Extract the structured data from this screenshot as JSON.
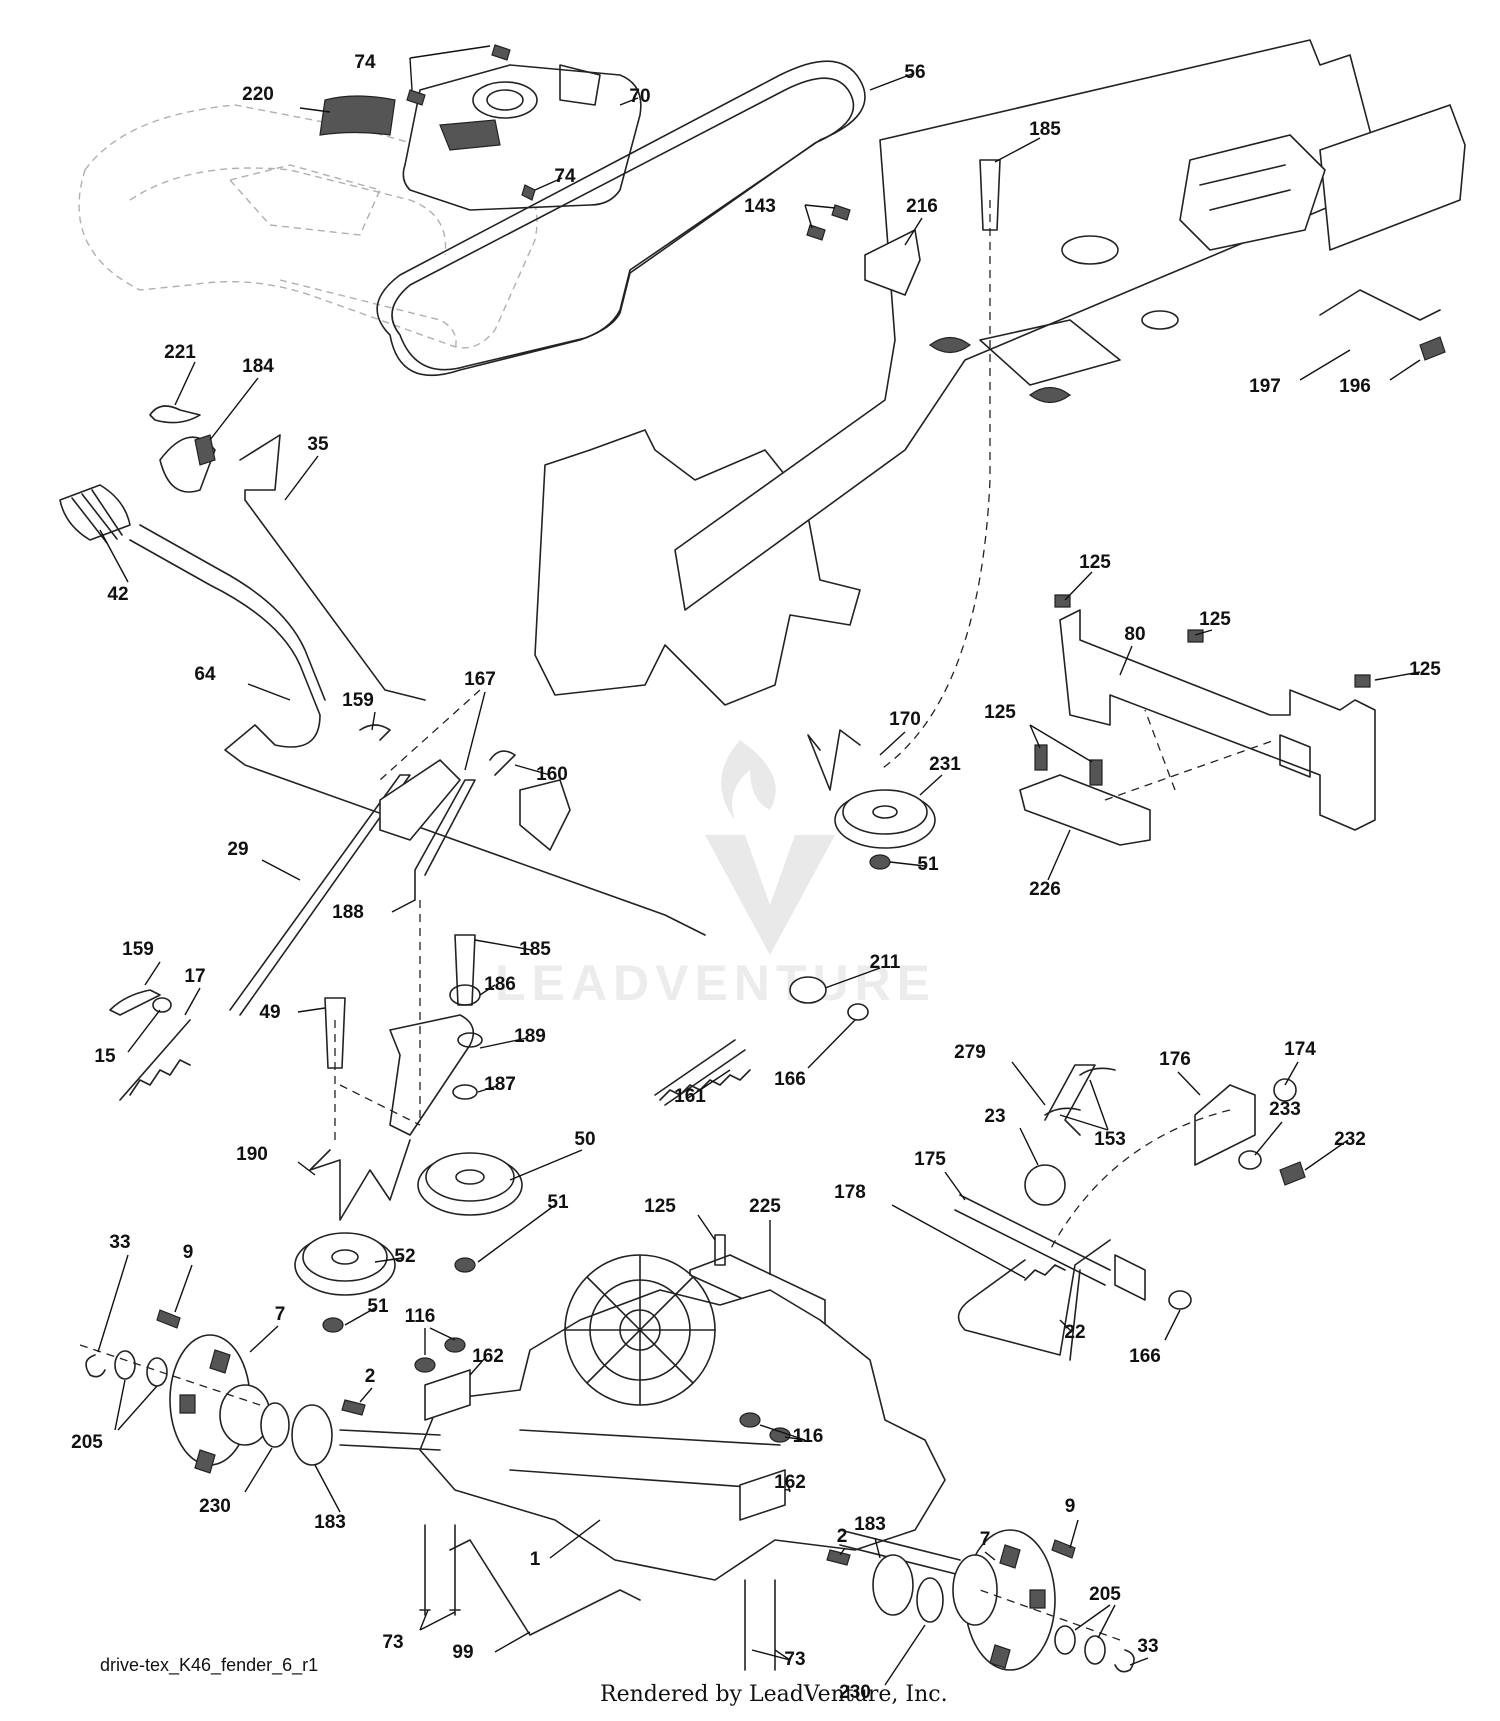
{
  "diagram": {
    "drawing_id": "drive-tex_K46_fender_6_r1",
    "credit": "Rendered by LeadVenture, Inc.",
    "watermark": "LEADVENTURE",
    "callouts": [
      {
        "id": "c74a",
        "label": "74"
      },
      {
        "id": "c220",
        "label": "220"
      },
      {
        "id": "c70",
        "label": "70"
      },
      {
        "id": "c56",
        "label": "56"
      },
      {
        "id": "c74b",
        "label": "74"
      },
      {
        "id": "c185a",
        "label": "185"
      },
      {
        "id": "c143",
        "label": "143"
      },
      {
        "id": "c216",
        "label": "216"
      },
      {
        "id": "c221",
        "label": "221"
      },
      {
        "id": "c184",
        "label": "184"
      },
      {
        "id": "c35",
        "label": "35"
      },
      {
        "id": "c197",
        "label": "197"
      },
      {
        "id": "c196",
        "label": "196"
      },
      {
        "id": "c42",
        "label": "42"
      },
      {
        "id": "c125a",
        "label": "125"
      },
      {
        "id": "c125b",
        "label": "125"
      },
      {
        "id": "c80",
        "label": "80"
      },
      {
        "id": "c125c",
        "label": "125"
      },
      {
        "id": "c64",
        "label": "64"
      },
      {
        "id": "c159a",
        "label": "159"
      },
      {
        "id": "c167",
        "label": "167"
      },
      {
        "id": "c170",
        "label": "170"
      },
      {
        "id": "c125d",
        "label": "125"
      },
      {
        "id": "c160",
        "label": "160"
      },
      {
        "id": "c231",
        "label": "231"
      },
      {
        "id": "c51a",
        "label": "51"
      },
      {
        "id": "c29",
        "label": "29"
      },
      {
        "id": "c188",
        "label": "188"
      },
      {
        "id": "c226",
        "label": "226"
      },
      {
        "id": "c185b",
        "label": "185"
      },
      {
        "id": "c211",
        "label": "211"
      },
      {
        "id": "c159b",
        "label": "159"
      },
      {
        "id": "c17",
        "label": "17"
      },
      {
        "id": "c186",
        "label": "186"
      },
      {
        "id": "c49",
        "label": "49"
      },
      {
        "id": "c15",
        "label": "15"
      },
      {
        "id": "c189",
        "label": "189"
      },
      {
        "id": "c166a",
        "label": "166"
      },
      {
        "id": "c187",
        "label": "187"
      },
      {
        "id": "c161",
        "label": "161"
      },
      {
        "id": "c279",
        "label": "279"
      },
      {
        "id": "c176",
        "label": "176"
      },
      {
        "id": "c174",
        "label": "174"
      },
      {
        "id": "c23",
        "label": "23"
      },
      {
        "id": "c153",
        "label": "153"
      },
      {
        "id": "c233",
        "label": "233"
      },
      {
        "id": "c232",
        "label": "232"
      },
      {
        "id": "c190",
        "label": "190"
      },
      {
        "id": "c50",
        "label": "50"
      },
      {
        "id": "c175",
        "label": "175"
      },
      {
        "id": "c178",
        "label": "178"
      },
      {
        "id": "c51b",
        "label": "51"
      },
      {
        "id": "c125e",
        "label": "125"
      },
      {
        "id": "c225",
        "label": "225"
      },
      {
        "id": "c33a",
        "label": "33"
      },
      {
        "id": "c9a",
        "label": "9"
      },
      {
        "id": "c52",
        "label": "52"
      },
      {
        "id": "c7a",
        "label": "7"
      },
      {
        "id": "c51c",
        "label": "51"
      },
      {
        "id": "c116a",
        "label": "116"
      },
      {
        "id": "c22",
        "label": "22"
      },
      {
        "id": "c166b",
        "label": "166"
      },
      {
        "id": "c162a",
        "label": "162"
      },
      {
        "id": "c2a",
        "label": "2"
      },
      {
        "id": "c205a",
        "label": "205"
      },
      {
        "id": "c116b",
        "label": "116"
      },
      {
        "id": "c230a",
        "label": "230"
      },
      {
        "id": "c183a",
        "label": "183"
      },
      {
        "id": "c162b",
        "label": "162"
      },
      {
        "id": "c9b",
        "label": "9"
      },
      {
        "id": "c183b",
        "label": "183"
      },
      {
        "id": "c2b",
        "label": "2"
      },
      {
        "id": "c7b",
        "label": "7"
      },
      {
        "id": "c205b",
        "label": "205"
      },
      {
        "id": "c1",
        "label": "1"
      },
      {
        "id": "c73a",
        "label": "73"
      },
      {
        "id": "c99",
        "label": "99"
      },
      {
        "id": "c33b",
        "label": "33"
      },
      {
        "id": "c73b",
        "label": "73"
      },
      {
        "id": "c230b",
        "label": "230"
      }
    ]
  }
}
